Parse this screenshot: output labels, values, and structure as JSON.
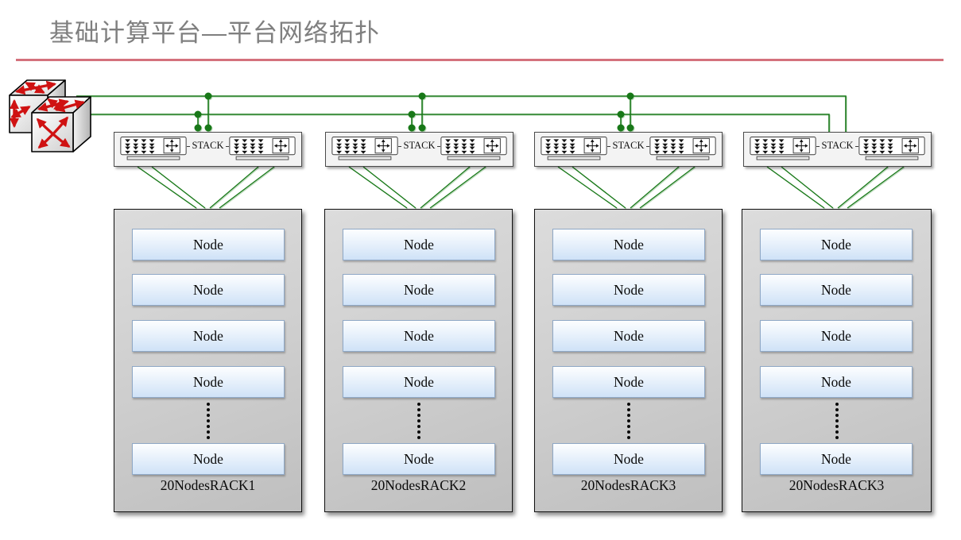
{
  "title": "基础计算平台—平台网络拓扑",
  "colors": {
    "title_gray": "#7f7f7f",
    "divider_red": "#d4717c",
    "connector_green": "#187818",
    "node_fill_blue": "#cfe2f7",
    "node_border_blue": "#8fa8c6"
  },
  "icons": {
    "core": "core-switch-3d-icon",
    "access_switch": "stack-switch-icon",
    "ports": "port-arrows-icon",
    "crossbox": "crossed-arrows-icon"
  },
  "stacks": [
    {
      "label": "STACK"
    },
    {
      "label": "STACK"
    },
    {
      "label": "STACK"
    },
    {
      "label": "STACK"
    }
  ],
  "racks": [
    {
      "label": "20NodesRACK1",
      "nodes": [
        "Node",
        "Node",
        "Node",
        "Node",
        "Node"
      ]
    },
    {
      "label": "20NodesRACK2",
      "nodes": [
        "Node",
        "Node",
        "Node",
        "Node",
        "Node"
      ]
    },
    {
      "label": "20NodesRACK3",
      "nodes": [
        "Node",
        "Node",
        "Node",
        "Node",
        "Node"
      ]
    },
    {
      "label": "20NodesRACK3",
      "nodes": [
        "Node",
        "Node",
        "Node",
        "Node",
        "Node"
      ]
    }
  ]
}
